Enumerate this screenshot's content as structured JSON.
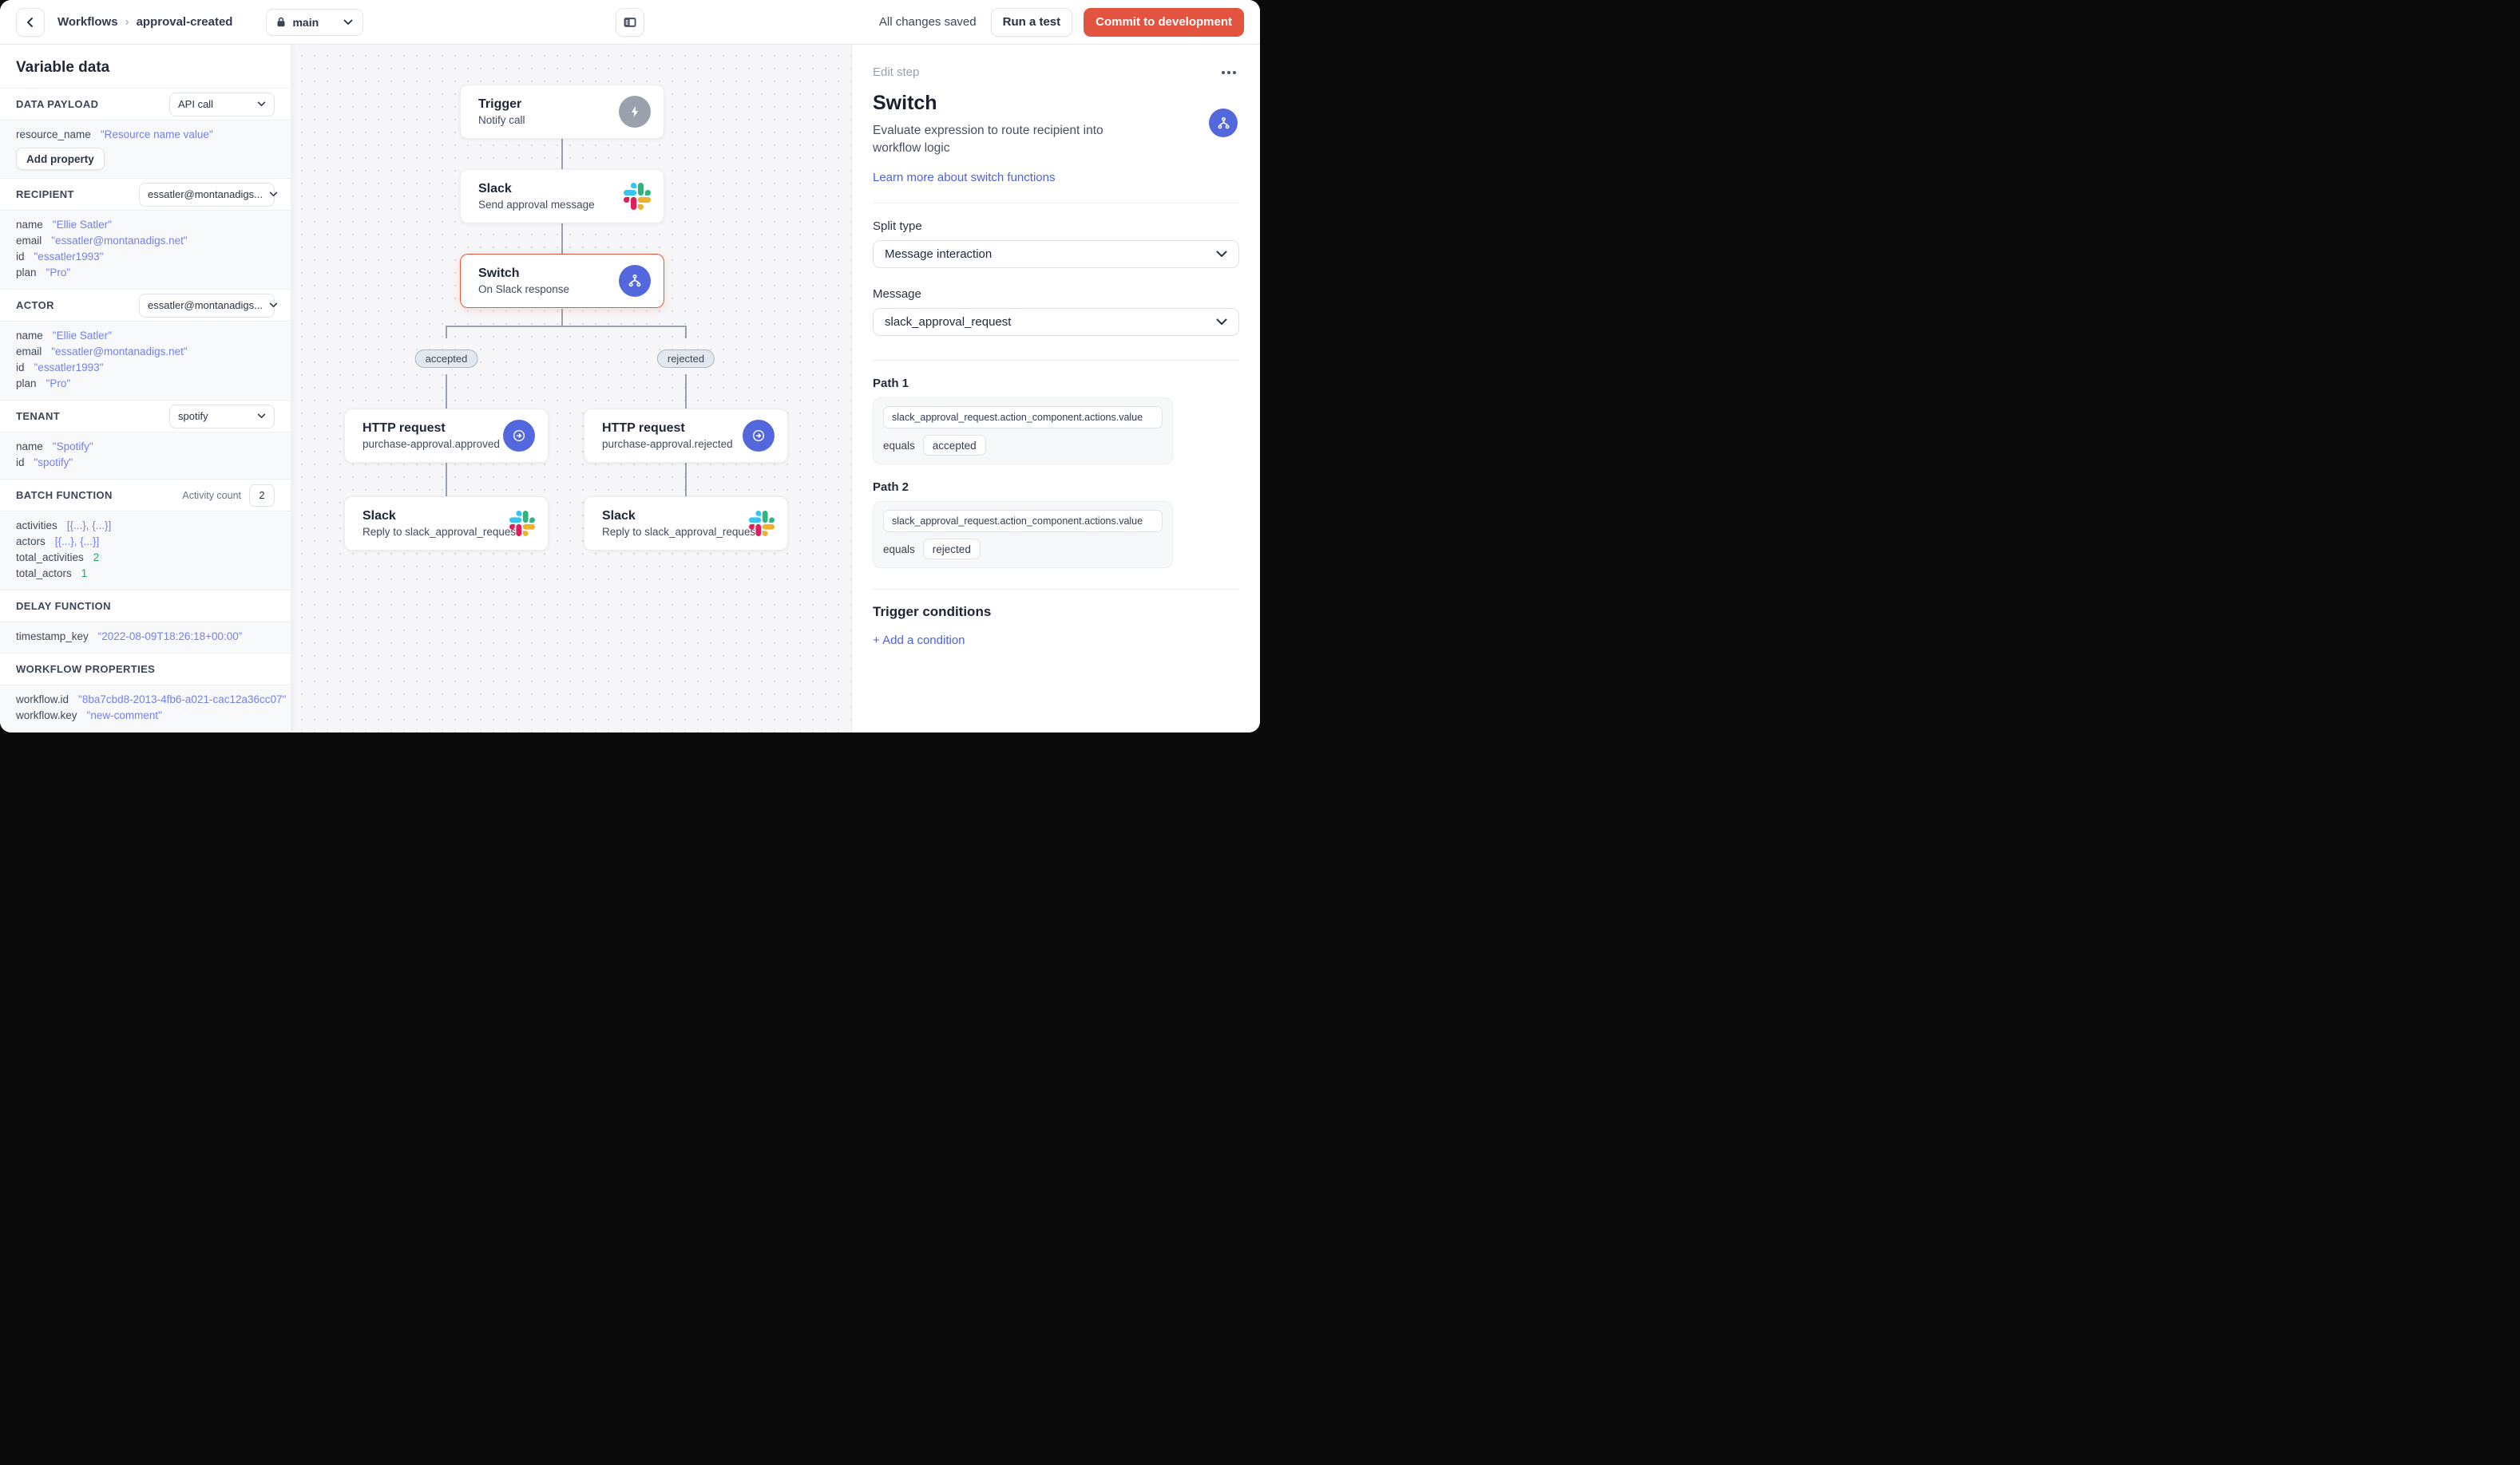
{
  "header": {
    "breadcrumb": {
      "parent": "Workflows",
      "separator": "›",
      "current": "approval-created"
    },
    "branch_select": {
      "value": "main"
    },
    "status_text": "All changes saved",
    "run_test_label": "Run a test",
    "commit_label": "Commit to development"
  },
  "sidebar": {
    "title": "Variable data",
    "sections": [
      {
        "label": "DATA PAYLOAD",
        "control": {
          "type": "select",
          "value": "API call"
        },
        "rows": [
          {
            "key": "resource_name",
            "value": "\"Resource name value\"",
            "value_type": "string"
          }
        ],
        "action_label": "Add property"
      },
      {
        "label": "RECIPIENT",
        "control": {
          "type": "select",
          "value": "essatler@montanadigs..."
        },
        "rows": [
          {
            "key": "name",
            "value": "\"Ellie Satler\"",
            "value_type": "string"
          },
          {
            "key": "email",
            "value": "\"essatler@montanadigs.net\"",
            "value_type": "string"
          },
          {
            "key": "id",
            "value": "\"essatler1993\"",
            "value_type": "string"
          },
          {
            "key": "plan",
            "value": "\"Pro\"",
            "value_type": "string"
          }
        ]
      },
      {
        "label": "ACTOR",
        "control": {
          "type": "select",
          "value": "essatler@montanadigs..."
        },
        "rows": [
          {
            "key": "name",
            "value": "\"Ellie Satler\"",
            "value_type": "string"
          },
          {
            "key": "email",
            "value": "\"essatler@montanadigs.net\"",
            "value_type": "string"
          },
          {
            "key": "id",
            "value": "\"essatler1993\"",
            "value_type": "string"
          },
          {
            "key": "plan",
            "value": "\"Pro\"",
            "value_type": "string"
          }
        ]
      },
      {
        "label": "TENANT",
        "control": {
          "type": "select",
          "value": "spotify"
        },
        "rows": [
          {
            "key": "name",
            "value": "\"Spotify\"",
            "value_type": "string"
          },
          {
            "key": "id",
            "value": "\"spotify\"",
            "value_type": "string"
          }
        ]
      },
      {
        "label": "BATCH FUNCTION",
        "control": {
          "type": "labeled-input",
          "label": "Activity count",
          "value": "2"
        },
        "rows": [
          {
            "key": "activities",
            "value": "[{...}, {...}]",
            "value_type": "string"
          },
          {
            "key": "actors",
            "value": "[{...}, {...}]",
            "value_type": "string"
          },
          {
            "key": "total_activities",
            "value": "2",
            "value_type": "number"
          },
          {
            "key": "total_actors",
            "value": "1",
            "value_type": "number"
          }
        ]
      },
      {
        "label": "DELAY FUNCTION",
        "rows": [
          {
            "key": "timestamp_key",
            "value": "“2022-08-09T18:26:18+00:00”",
            "value_type": "string"
          }
        ]
      },
      {
        "label": "WORKFLOW PROPERTIES",
        "rows": [
          {
            "key": "workflow.id",
            "value": "\"8ba7cbd8-2013-4fb6-a021-cac12a36cc07\"",
            "value_type": "string"
          },
          {
            "key": "workflow.key",
            "value": "\"new-comment\"",
            "value_type": "string"
          }
        ]
      }
    ]
  },
  "canvas": {
    "nodes": [
      {
        "title": "Trigger",
        "subtitle": "Notify call",
        "icon": "lightning-icon"
      },
      {
        "title": "Slack",
        "subtitle": "Send approval message",
        "icon": "slack-logo"
      },
      {
        "title": "Switch",
        "subtitle": "On Slack response",
        "icon": "branch-split-icon",
        "selected": true
      },
      {
        "title": "HTTP request",
        "subtitle": "purchase-approval.approved",
        "icon": "arrow-right-circle-icon"
      },
      {
        "title": "HTTP request",
        "subtitle": "purchase-approval.rejected",
        "icon": "arrow-right-circle-icon"
      },
      {
        "title": "Slack",
        "subtitle": "Reply to slack_approval_request",
        "icon": "slack-logo"
      },
      {
        "title": "Slack",
        "subtitle": "Reply to slack_approval_request",
        "icon": "slack-logo"
      }
    ],
    "branch_labels": [
      "accepted",
      "rejected"
    ]
  },
  "panel": {
    "eyebrow": "Edit step",
    "title": "Switch",
    "description": "Evaluate expression to route recipient into workflow logic",
    "link_label": "Learn more about switch functions",
    "split_type": {
      "label": "Split type",
      "value": "Message interaction"
    },
    "message": {
      "label": "Message",
      "value": "slack_approval_request"
    },
    "paths": [
      {
        "label": "Path 1",
        "expression": "slack_approval_request.action_component.actions.value",
        "operator": "equals",
        "value": "accepted"
      },
      {
        "label": "Path 2",
        "expression": "slack_approval_request.action_component.actions.value",
        "operator": "equals",
        "value": "rejected"
      }
    ],
    "trigger_conditions": {
      "title": "Trigger conditions",
      "add_label": "+ Add a condition"
    }
  },
  "colors": {
    "commit_red": "#e25440",
    "accent_indigo": "#5468dd",
    "link_blue": "#4b61de",
    "value_indigo": "#7380e6",
    "number_green": "#23a263",
    "selected_node_border": "#e2593f"
  },
  "icons": {
    "back": "chevron-left",
    "branch_lock": "lock",
    "panel_toggle": "sidebar-layout",
    "trigger": "lightning-bolt",
    "slack": "slack-logo",
    "switch": "branch-split",
    "http": "arrow-right-circle",
    "overflow": "ellipsis",
    "caret": "chevron-down"
  }
}
